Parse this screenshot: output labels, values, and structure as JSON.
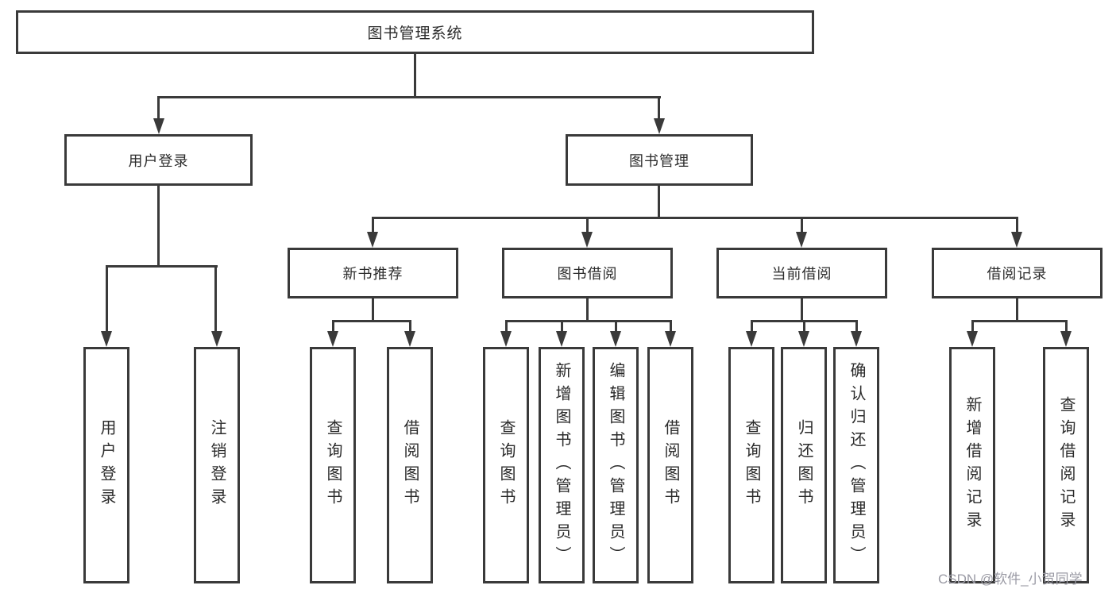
{
  "nodes": {
    "root": "图书管理系统",
    "user_login": "用户登录",
    "book_mgmt": "图书管理",
    "ul_login": "用户登录",
    "ul_logout": "注销登录",
    "new_book_rec": "新书推荐",
    "book_borrow": "图书借阅",
    "current_borrow": "当前借阅",
    "borrow_records": "借阅记录",
    "nbr_query_books": "查询图书",
    "nbr_borrow_books": "借阅图书",
    "bb_query_books": "查询图书",
    "bb_add_books": "新增图书（管理员）",
    "bb_edit_books": "编辑图书（管理员）",
    "bb_borrow_books": "借阅图书",
    "cb_query_books": "查询图书",
    "cb_return_books": "归还图书",
    "cb_confirm_return": "确认归还（管理员）",
    "br_add_record": "新增借阅记录",
    "br_query_record": "查询借阅记录"
  },
  "watermark": "CSDN @软件_小贺同学",
  "colors": {
    "line": "#3a3a3a",
    "text": "#2b2b2b",
    "box_bg": "#ffffff",
    "watermark": "#9a9aa4"
  }
}
